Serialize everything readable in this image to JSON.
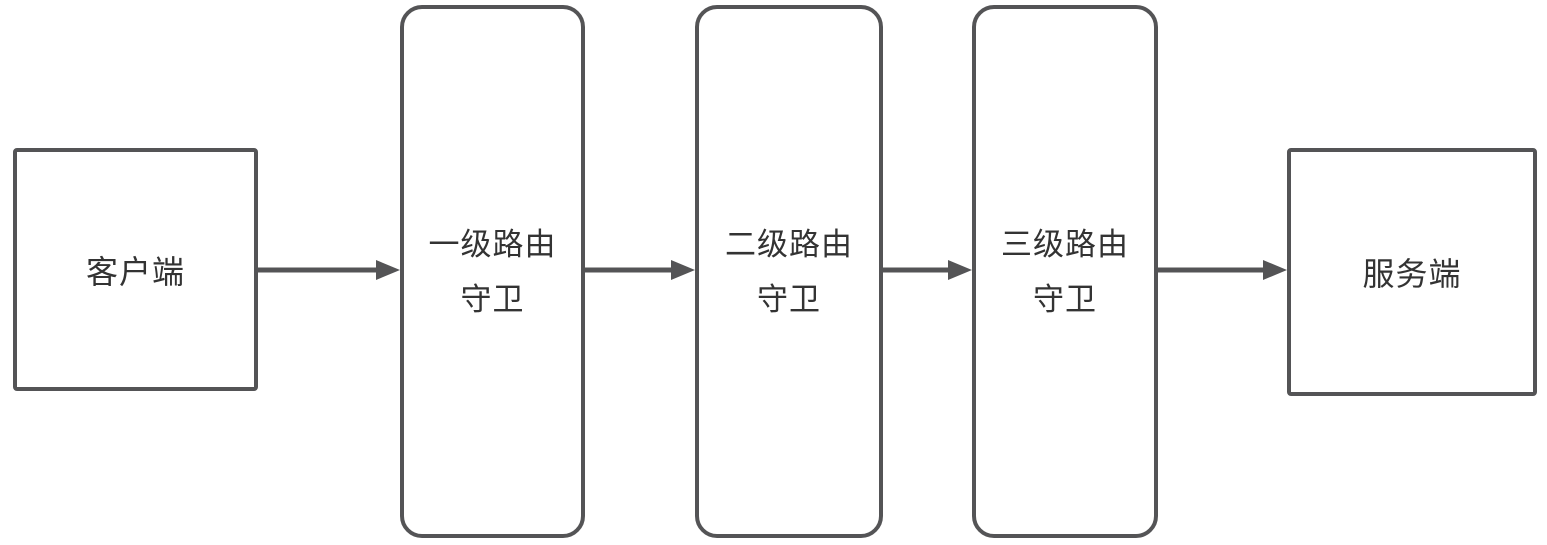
{
  "colors": {
    "stroke": "#545456",
    "text": "#333333",
    "background": "#ffffff"
  },
  "nodes": {
    "client": {
      "label": "客户端"
    },
    "guards": [
      {
        "lines": [
          "一级路由",
          "守卫"
        ]
      },
      {
        "lines": [
          "二级路由",
          "守卫"
        ]
      },
      {
        "lines": [
          "三级路由",
          "守卫"
        ]
      }
    ],
    "server": {
      "label": "服务端"
    }
  },
  "connections": [
    {
      "from": "客户端",
      "to": "一级路由守卫",
      "direction": "right"
    },
    {
      "from": "一级路由守卫",
      "to": "二级路由守卫",
      "direction": "right"
    },
    {
      "from": "二级路由守卫",
      "to": "三级路由守卫",
      "direction": "right"
    },
    {
      "from": "三级路由守卫",
      "to": "服务端",
      "direction": "right"
    }
  ]
}
